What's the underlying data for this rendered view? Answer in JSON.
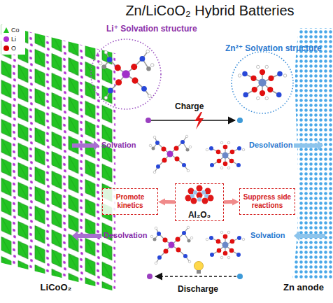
{
  "diagram": {
    "title": "Zn/LiCoO₂ Hybrid Batteries",
    "nodes": [
      {
        "text": [
          "Li⁺ Solvation structure"
        ]
      },
      {
        "text": [
          "Zn²⁺ Solvation structure"
        ]
      },
      {
        "text": [
          "Promote kinetics"
        ]
      },
      {
        "text": [
          "Al₂O₃"
        ]
      },
      {
        "text": [
          "Suppress side reactions"
        ]
      },
      {
        "text": [
          "LiCoO₂"
        ]
      },
      {
        "text": [
          "Zn anode"
        ]
      }
    ],
    "edges": [
      {
        "from": 3,
        "to": 2,
        "arrow": "to"
      },
      {
        "from": 3,
        "to": 4,
        "arrow": "to"
      }
    ],
    "labels": [
      "Solvation",
      "Charge",
      "Desolvation",
      "Desolvation",
      "Discharge",
      "Solvation"
    ],
    "legend": [
      {
        "text": "Co",
        "color": "#23c423"
      },
      {
        "text": "Li",
        "color": "#b030d0"
      },
      {
        "text": "O",
        "color": "#d40000"
      }
    ]
  }
}
